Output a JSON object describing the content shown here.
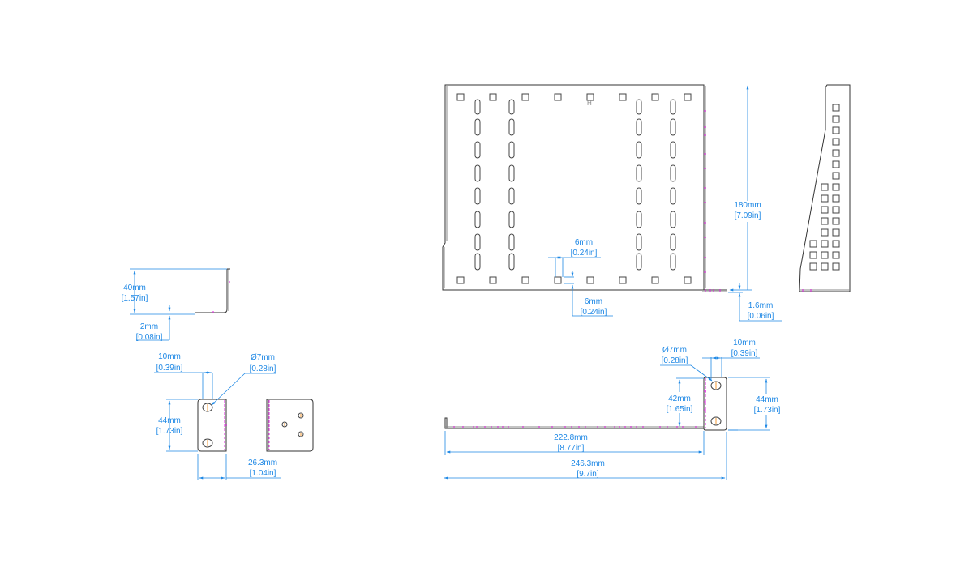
{
  "drawing": {
    "title": "Rack shelf bracket technical drawing",
    "colors": {
      "dimension": "#1e88e5",
      "outline": "#333333",
      "bend_line": "#e020e0",
      "center_mark": "#f08000",
      "background": "#ffffff"
    },
    "views": {
      "side_profile": {
        "height": {
          "mm": "40mm",
          "in": "[1.57in]"
        },
        "thickness": {
          "mm": "2mm",
          "in": "[0.08in]"
        }
      },
      "ear_front": {
        "slot_width": {
          "mm": "10mm",
          "in": "[0.39in]"
        },
        "hole_diameter": {
          "mm": "Ø7mm",
          "in": "[0.28in]"
        },
        "height": {
          "mm": "44mm",
          "in": "[1.73in]"
        },
        "depth": {
          "mm": "26.3mm",
          "in": "[1.04in]"
        }
      },
      "top_plan": {
        "label_h": "H",
        "square_gap": {
          "mm": "6mm",
          "in": "[0.24in]"
        },
        "edge_gap": {
          "mm": "6mm",
          "in": "[0.24in]"
        },
        "depth": {
          "mm": "180mm",
          "in": "[7.09in]"
        },
        "thickness": {
          "mm": "1.6mm",
          "in": "[0.06in]"
        }
      },
      "front_elevation": {
        "hole_diameter": {
          "mm": "Ø7mm",
          "in": "[0.28in]"
        },
        "slot_width": {
          "mm": "10mm",
          "in": "[0.39in]"
        },
        "slot_span": {
          "mm": "42mm",
          "in": "[1.65in]"
        },
        "ear_height": {
          "mm": "44mm",
          "in": "[1.73in]"
        },
        "inner_width": {
          "mm": "222.8mm",
          "in": "[8.77in]"
        },
        "overall_width": {
          "mm": "246.3mm",
          "in": "[9.7in]"
        }
      }
    }
  }
}
